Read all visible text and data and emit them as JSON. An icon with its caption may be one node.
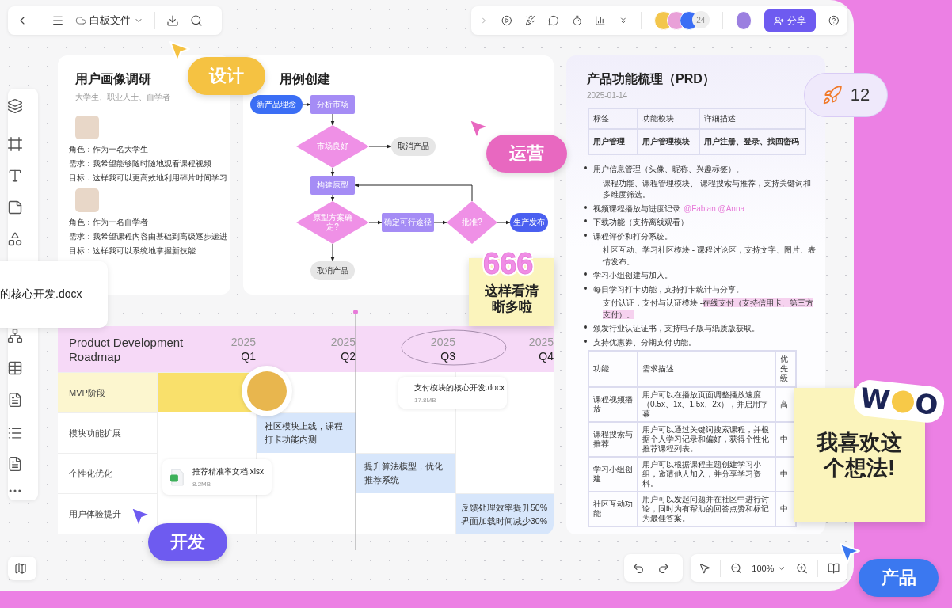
{
  "diagram": {
    "nodes": [
      {
        "text": [
          "用户画像调研",
          "大学生、职业人士、自学者",
          "角色：作为一名大学生",
          "需求：我希望能够随时随地观看课程视频",
          "目标：这样我可以更高效地利用碎片时间学习",
          "角色：作为一名自学者",
          "需求：我希望课程内容由基础到高级逐步递进",
          "目标：这样我可以系统地掌握新技能"
        ]
      },
      {
        "text": [
          "用例创建"
        ]
      },
      {
        "text": [
          "新产品理念"
        ],
        "in": 1
      },
      {
        "text": [
          "分析市场"
        ],
        "in": 1
      },
      {
        "text": [
          "市场良好"
        ],
        "in": 1
      },
      {
        "text": [
          "取消产品"
        ],
        "in": 1
      },
      {
        "text": [
          "构建原型"
        ],
        "in": 1
      },
      {
        "text": [
          "原型方案确定?"
        ],
        "in": 1
      },
      {
        "text": [
          "确定可行途径"
        ],
        "in": 1
      },
      {
        "text": [
          "批准?"
        ],
        "in": 1
      },
      {
        "text": [
          "生产发布"
        ],
        "in": 1
      },
      {
        "text": [
          "取消产品"
        ],
        "in": 1
      },
      {
        "text": [
          "产品功能梳理（PRD）",
          "2025-01-14",
          "用户信息管理（头像、昵称、兴趣标签）。",
          "课程功能、课程管理模块、 课程搜索与推荐，支持关键词和多维度筛选。",
          "视频课程播放与进度记录",
          "@Fabian @Anna",
          "下载功能（支持离线观看）",
          "课程评价和打分系统。",
          "社区互动、学习社区模块 - 课程讨论区，支持文字、图片、表情发布。",
          "学习小组创建与加入。",
          "每日学习打卡功能，支持打卡统计与分享。",
          "支付认证，支付与认证模块 -",
          "在线支付（支持信用卡、第三方支付）。",
          "颁发行业认证证书，支持电子版与纸质版获取。",
          "支持优惠券、分期支付功能。"
        ]
      },
      {
        "text": [
          "666",
          "这样看清晰多啦"
        ]
      },
      {
        "text": [
          "我喜欢这个想法!"
        ]
      },
      {
        "text": [
          "设计"
        ]
      },
      {
        "text": [
          "运营"
        ]
      },
      {
        "text": [
          "开发"
        ]
      },
      {
        "text": [
          "产品"
        ]
      }
    ],
    "edges": [
      {
        "from": 2,
        "to": 3,
        "arrow": "to"
      },
      {
        "from": 3,
        "to": 4,
        "arrow": "to"
      },
      {
        "from": 4,
        "to": 5,
        "arrow": "to"
      },
      {
        "from": 4,
        "to": 6,
        "arrow": "to"
      },
      {
        "from": 6,
        "to": 7,
        "arrow": "to"
      },
      {
        "from": 7,
        "to": 8,
        "arrow": "to"
      },
      {
        "from": 8,
        "to": 9,
        "arrow": "to"
      },
      {
        "from": 9,
        "to": 10,
        "arrow": "to"
      },
      {
        "from": 9,
        "to": 6,
        "arrow": "to"
      },
      {
        "from": 7,
        "to": 11,
        "arrow": "to"
      }
    ],
    "labels": [
      "白板文件",
      "24",
      "分享",
      "12",
      "的核心开发.docx",
      "Product Development Roadmap",
      "2025",
      "Q1",
      "2025",
      "Q2",
      "2025",
      "Q3",
      "2025",
      "Q4",
      "MVP阶段",
      "支付模块的核心开发.docx",
      "17.8MB",
      "模块功能扩展",
      "社区模块上线，课程打卡功能内测",
      "个性化优化",
      "推荐精准率文档.xlsx",
      "8.2MB",
      "提升算法模型，优化推荐系统",
      "用户体验提升",
      "反馈处理效率提升50%界面加载时间减少30%",
      "标签",
      "功能模块",
      "详细描述",
      "用户管理",
      "用户管理模块",
      "用户注册、登录、找回密码",
      "功能",
      "需求描述",
      "优先级",
      "课程视频播放",
      "用户可以在播放页面调整播放速度（0.5x、1x、1.5x、2x），并启用字幕",
      "高",
      "课程搜索与推荐",
      "用户可以通过关键词搜索课程，并根据个人学习记录和偏好，获得个性化推荐课程列表。",
      "中",
      "学习小组创建",
      "用户可以根据课程主题创建学习小组，邀请他人加入，并分享学习资料。",
      "中",
      "社区互动功能",
      "用户可以发起问题并在社区中进行讨论，同时为有帮助的回答点赞和标记为最佳答案。",
      "中",
      "100%",
      "W",
      "O"
    ]
  }
}
